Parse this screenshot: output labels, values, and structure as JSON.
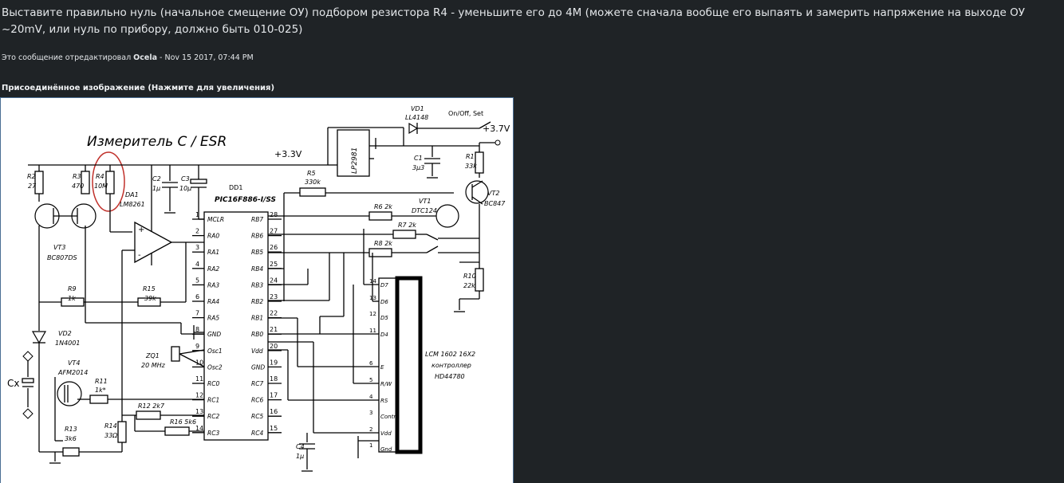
{
  "post": {
    "text": "Выставите правильно нуль (начальное смещение ОУ) подбором резистора R4 - уменьшите его до 4М (можете сначала вообще его выпаять и замерить напряжение на выходе ОУ ~20mV, или нуль по прибору, должно быть 010-025)",
    "edit_prefix": "Это сообщение отредактировал",
    "edit_author": "Ocela",
    "edit_date": "- Nov 15 2017, 07:44 PM",
    "attachment_label": "Присоединённое изображение (Нажмите для увеличения)"
  },
  "schematic": {
    "title": "Измеритель C / ESR",
    "rail_33": "+3.3V",
    "rail_37": "+3.7V",
    "switch": "On/Off, Set",
    "vd1": "VD1",
    "vd1_type": "LL4148",
    "reg": "LP2981",
    "c1": "C1",
    "c1_val": "3µ3",
    "r1": "R1",
    "r1_val": "33k",
    "vt2": "VT2",
    "vt2_type": "BC847",
    "r2": "R2",
    "r2_val": "27",
    "r3": "R3",
    "r3_val": "470",
    "r4": "R4",
    "r4_val": "10M",
    "da1": "DA1",
    "da1_type": "LM8261",
    "c2": "C2",
    "c2_val": "1µ",
    "c3": "C3",
    "c3_val": "10µ",
    "dd1": "DD1",
    "dd1_type": "PIC16F886-I/SS",
    "r5": "R5",
    "r5_val": "330k",
    "vt1": "VT1",
    "vt1_type": "DTC124",
    "r6": "R6 2k",
    "r7": "R7 2k",
    "r8": "R8 2k",
    "r10": "R10",
    "r10_val": "22k",
    "vt3": "VT3",
    "vt3_type": "BC807DS",
    "r9": "R9",
    "r9_val": "1k",
    "r15": "R15",
    "r15_val": "39k",
    "vd2": "VD2",
    "vd2_type": "1N4001",
    "vt4": "VT4",
    "vt4_type": "AFM2014",
    "r11": "R11",
    "r11_val": "1k*",
    "zq1": "ZQ1",
    "zq1_val": "20 MHz",
    "cx": "Cx",
    "r12": "R12 2k7",
    "r16": "R16 5k6",
    "r13": "R13",
    "r13_val": "3k6",
    "r14": "R14",
    "r14_val": "33Ω",
    "c4": "C4",
    "c4_val": "1µ",
    "lcm1": "LCM 1602 16X2",
    "lcm2": "контроллер",
    "lcm3": "HD44780",
    "oa_pin_plus": "+",
    "oa_pin_minus": "-",
    "ic_left_pins": [
      "MCLR",
      "RA0",
      "RA1",
      "RA2",
      "RA3",
      "RA4",
      "RA5",
      "GND",
      "Osc1",
      "Osc2",
      "RC0",
      "RC1",
      "RC2",
      "RC3"
    ],
    "ic_left_nums": [
      "1",
      "2",
      "3",
      "4",
      "5",
      "6",
      "7",
      "8",
      "9",
      "10",
      "11",
      "12",
      "13",
      "14"
    ],
    "ic_right_pins": [
      "RB7",
      "RB6",
      "RB5",
      "RB4",
      "RB3",
      "RB2",
      "RB1",
      "RB0",
      "Vdd",
      "GND",
      "RC7",
      "RC6",
      "RC5",
      "RC4"
    ],
    "ic_right_nums": [
      "28",
      "27",
      "26",
      "25",
      "24",
      "23",
      "22",
      "21",
      "20",
      "19",
      "18",
      "17",
      "16",
      "15"
    ],
    "lcd_pins": [
      "D7",
      "D6",
      "D5",
      "D4",
      "E",
      "R/W",
      "RS",
      "Contr",
      "Vdd",
      "Gnd"
    ],
    "lcd_nums": [
      "14",
      "13",
      "12",
      "11",
      "6",
      "5",
      "4",
      "3",
      "2",
      "1"
    ]
  }
}
